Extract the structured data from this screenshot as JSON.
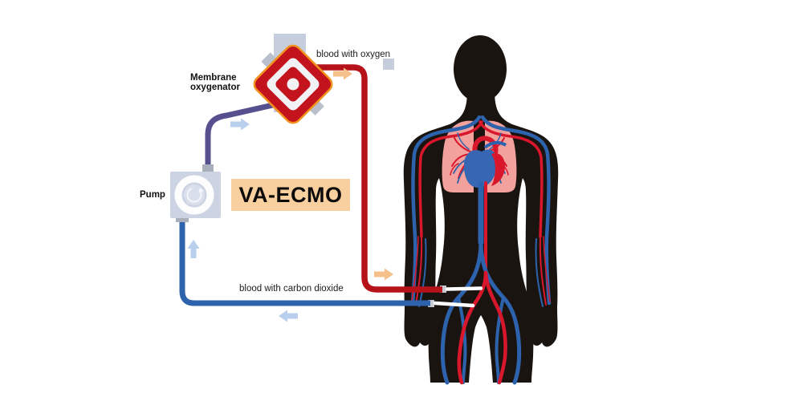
{
  "title": "VA-ECMO circuit diagram",
  "badge": {
    "text": "VA-ECMO",
    "bg": "#f8cf9e"
  },
  "labels": {
    "membrane_oxygenator": "Membrane\noxygenator",
    "pump": "Pump",
    "blood_with_oxygen": "blood with oxygen",
    "blood_with_carbon_dioxide": "blood with carbon dioxide"
  },
  "flow_arrows": [
    {
      "id": "oxygenator-outflow-arrow",
      "direction": "right",
      "color": "#f5c08a"
    },
    {
      "id": "pump-to-oxygenator-arrow",
      "direction": "right",
      "color": "#b9cfee"
    },
    {
      "id": "vein-to-pump-arrow",
      "direction": "up",
      "color": "#b9cfee"
    },
    {
      "id": "body-outflow-arrow",
      "direction": "left",
      "color": "#b9cfee"
    },
    {
      "id": "arterial-return-arrow",
      "direction": "right",
      "color": "#f5c08a"
    }
  ],
  "colors": {
    "arterial_tube_red": "#b5121a",
    "venous_tube_blue": "#2d62ad",
    "oxygenator_tube_purple": "#57508f",
    "oxygenator_red": "#c3141d",
    "oxygenator_orange_border": "#f0941f",
    "artery_red": "#d8172c",
    "vein_blue": "#2d62ad",
    "lungs_pink": "#f2a19c",
    "body_black": "#1a1410",
    "pump_gray": "#ccd3e3",
    "connector_gray": "#a9aebb",
    "badge_peach": "#f8cf9e"
  }
}
